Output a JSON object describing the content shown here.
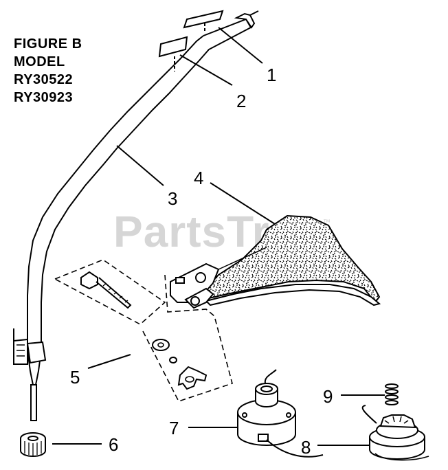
{
  "figure": {
    "title_lines": [
      "FIGURE B",
      "MODEL",
      "RY30522",
      "RY30923"
    ]
  },
  "watermark": {
    "text": "PartsTree",
    "trademark": "™",
    "color": "#d6d6d6"
  },
  "callouts": [
    "1",
    "2",
    "3",
    "4",
    "5",
    "6",
    "7",
    "8",
    "9"
  ],
  "colors": {
    "ink": "#000000",
    "background": "#ffffff"
  }
}
